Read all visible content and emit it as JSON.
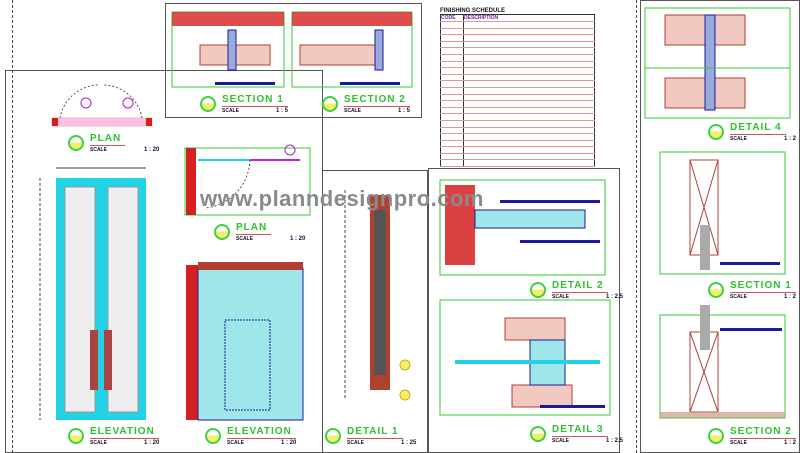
{
  "watermark": "www.planndesignpro.com",
  "schedule": {
    "title": "FINISHING SCHEDULE",
    "col_code": "CODE",
    "col_description": "DESCRIPTION",
    "row_count": 22
  },
  "titles": [
    {
      "name": "SECTION 1",
      "scale_label": "SCALE",
      "scale": "1 : 5"
    },
    {
      "name": "SECTION 2",
      "scale_label": "SCALE",
      "scale": "1 : 5"
    },
    {
      "name": "PLAN",
      "scale_label": "SCALE",
      "scale": "1 : 20"
    },
    {
      "name": "PLAN",
      "scale_label": "SCALE",
      "scale": "1 : 20"
    },
    {
      "name": "ELEVATION",
      "scale_label": "SCALE",
      "scale": "1 : 20"
    },
    {
      "name": "ELEVATION",
      "scale_label": "SCALE",
      "scale": "1 : 20"
    },
    {
      "name": "DETAIL 1",
      "scale_label": "SCALE",
      "scale": "1 : 25"
    },
    {
      "name": "DETAIL 2",
      "scale_label": "SCALE",
      "scale": "1 : 2.5"
    },
    {
      "name": "DETAIL 3",
      "scale_label": "SCALE",
      "scale": "1 : 2.5"
    },
    {
      "name": "DETAIL 4",
      "scale_label": "SCALE",
      "scale": "1 : 2"
    },
    {
      "name": "SECTION 1",
      "scale_label": "SCALE",
      "scale": "1 : 2"
    },
    {
      "name": "SECTION 2",
      "scale_label": "SCALE",
      "scale": "1 : 2"
    }
  ],
  "colors": {
    "glass": "#22d3e6",
    "frame_wall": "#d62020",
    "title": "#2fbf2f",
    "dimension": "#1a1a9a",
    "timber": "#b04030"
  }
}
